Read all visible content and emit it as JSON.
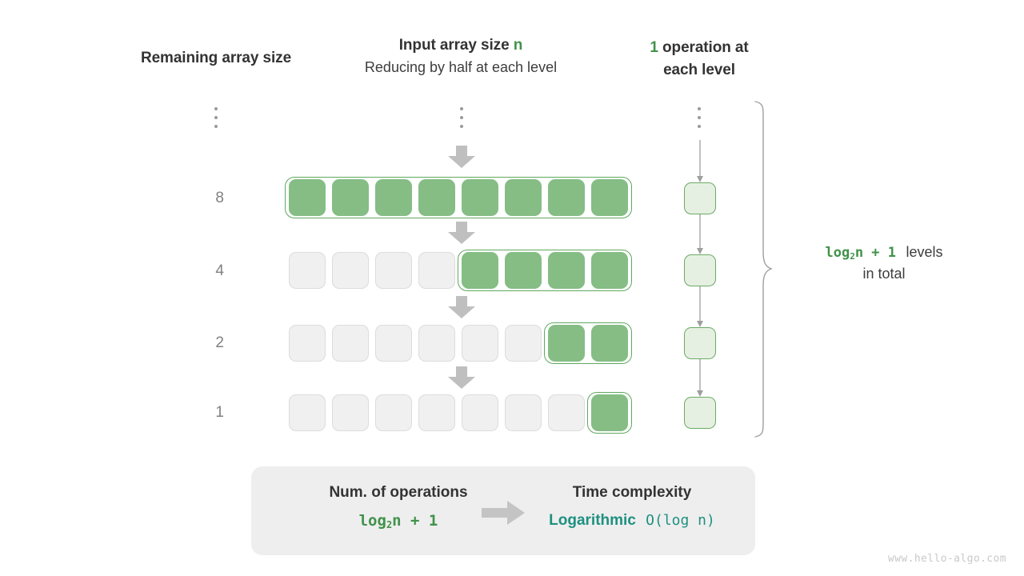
{
  "headers": {
    "left": "Remaining array size",
    "middle_title_prefix": "Input array size ",
    "middle_title_var": "n",
    "middle_subtitle": "Reducing by half at each level",
    "right_count": "1",
    "right_line1_rest": " operation at",
    "right_line2": "each level"
  },
  "ellipsis_glyph": "⋮",
  "rows": [
    {
      "label": "8",
      "total_cells": 8,
      "active_cells": 8,
      "active_start_index": 0
    },
    {
      "label": "4",
      "total_cells": 8,
      "active_cells": 4,
      "active_start_index": 4
    },
    {
      "label": "2",
      "total_cells": 8,
      "active_cells": 2,
      "active_start_index": 6
    },
    {
      "label": "1",
      "total_cells": 8,
      "active_cells": 1,
      "active_start_index": 7
    }
  ],
  "operations": {
    "box_count": 4,
    "per_level": 1
  },
  "side_note": {
    "formula_prefix": "log",
    "formula_sub": "2",
    "formula_suffix": "n + 1",
    "text_after": "levels",
    "line2": "in total"
  },
  "summary": {
    "left_title": "Num. of operations",
    "left_value_prefix": "log",
    "left_value_sub": "2",
    "left_value_suffix": "n + 1",
    "arrow_icon": "right-arrow-icon",
    "right_title": "Time complexity",
    "right_value_name": "Logarithmic",
    "right_value_notation": "O(log n)"
  },
  "watermark": "www.hello-algo.com",
  "colors": {
    "active_cell_fill": "#85bd85",
    "active_outline": "#5fa85f",
    "inactive_cell_fill": "#f0f0f0",
    "inactive_cell_border": "#dcdcdc",
    "op_box_fill": "#e6f0e2",
    "op_box_border": "#6aaa64",
    "accent_green": "#41924a",
    "accent_teal": "#1f9080",
    "arrow_gray": "#bfbfbf",
    "summary_bg": "#eeeeee",
    "label_gray": "#808080"
  }
}
